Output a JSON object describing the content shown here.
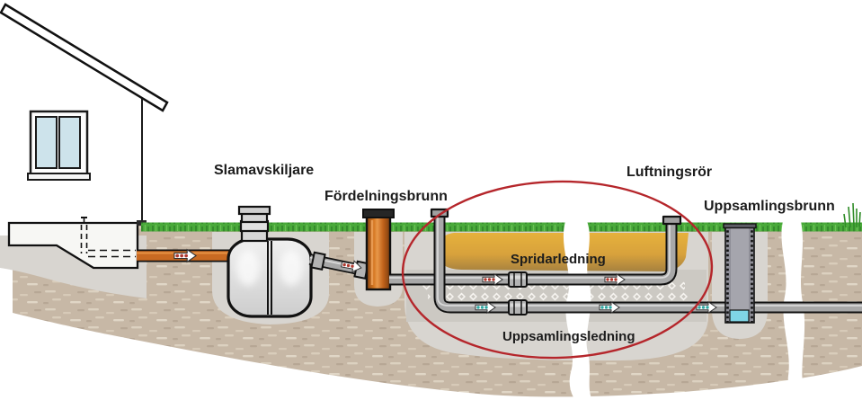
{
  "diagram": {
    "labels": {
      "slamavskiljare": "Slamavskiljare",
      "fordelningsbrunn": "Fördelningsbrunn",
      "luftningsror": "Luftningsrör",
      "uppsamlingsbrunn": "Uppsamlingsbrunn",
      "spridarledning": "Spridarledning",
      "uppsamlingsledning": "Uppsamlingsledning"
    },
    "colors": {
      "soil_tan": "#c7b8a6",
      "excavation_gray": "#d8d5d0",
      "grass_green": "#49a93a",
      "sand_ochre": "#d8a23c",
      "inlet_pipe_orange": "#c96a22",
      "distribution_well_orange": "#c2631b",
      "pipe_gray": "#a8a8a8",
      "water_cyan": "#7fd6e6",
      "highlight_ellipse_red": "#b5262b",
      "label_black": "#1c1c1c"
    }
  }
}
